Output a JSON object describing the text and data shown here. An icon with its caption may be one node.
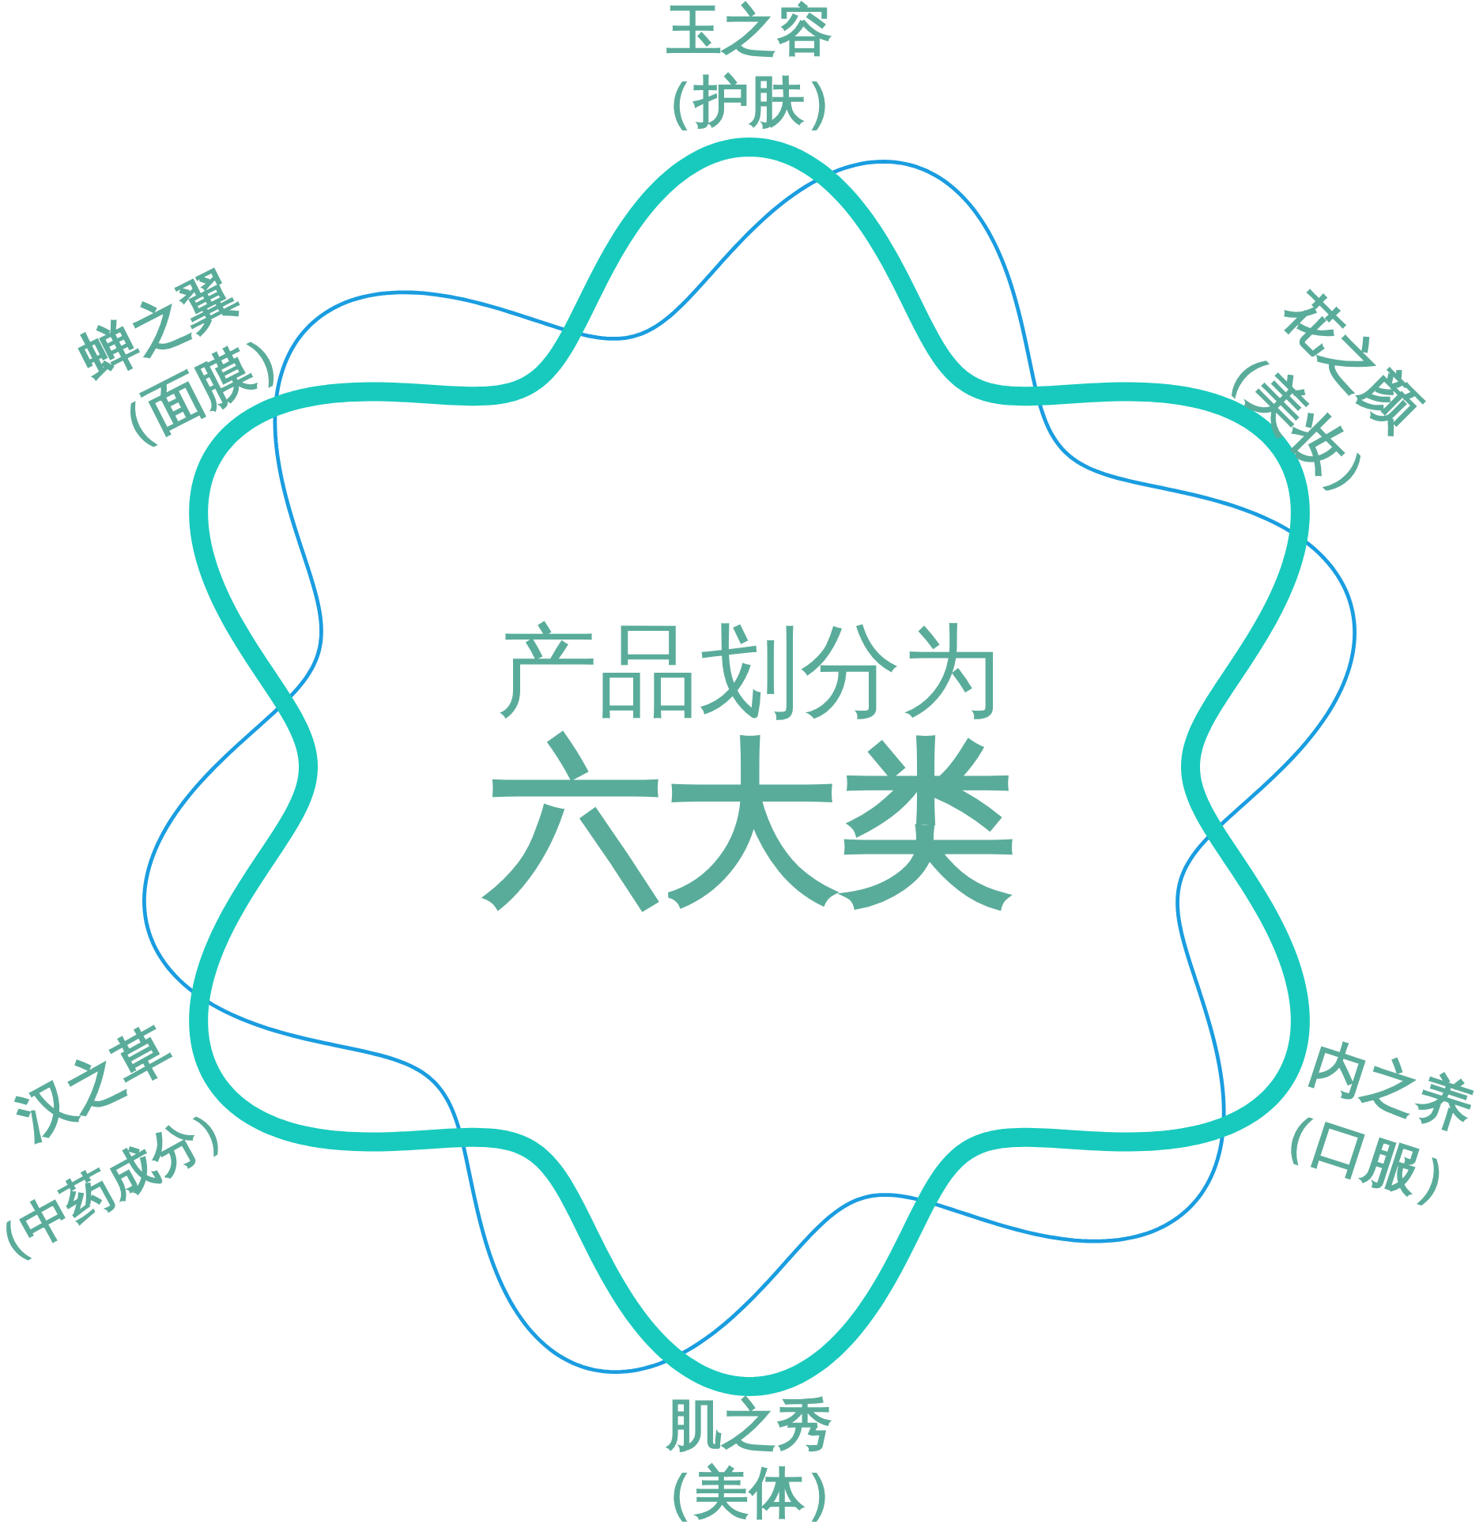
{
  "diagram": {
    "nodes": [
      {
        "text": [
          "产品划分为",
          "六大类"
        ],
        "beside": [
          "玉之容",
          "（护肤）",
          "蝉之翼",
          "（面膜）",
          "花之颜",
          "（美妆）",
          "汉之草",
          "（中药成分）",
          "内之养",
          "（口服）",
          "肌之秀",
          "（美体）"
        ]
      }
    ]
  }
}
